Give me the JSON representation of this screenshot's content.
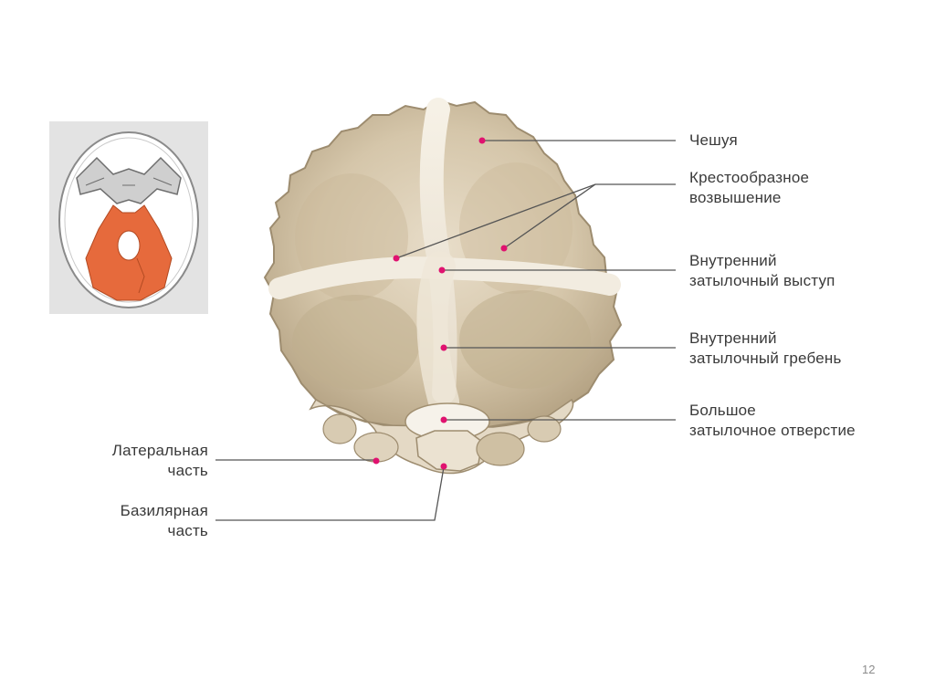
{
  "slide": {
    "labels": {
      "scale": "Чешуя",
      "cruciform": "Крестообразное\nвозвышение",
      "internal_protuberance": "Внутренний\nзатылочный выступ",
      "internal_crest": "Внутренний\nзатылочный гребень",
      "foramen_magnum": "Большое\nзатылочное отверстие",
      "lateral_part": "Латеральная\nчасть",
      "basilar_part": "Базилярная\nчасть"
    },
    "page_number": "12"
  },
  "colors": {
    "bone": "#d9ccb4",
    "bone_shadow": "#b3a284",
    "highlight": "#f4eee2",
    "marker": "#e0126f",
    "leader": "#555555",
    "inset_bg": "#e3e3e3",
    "inset_highlight": "#e66a3c"
  }
}
